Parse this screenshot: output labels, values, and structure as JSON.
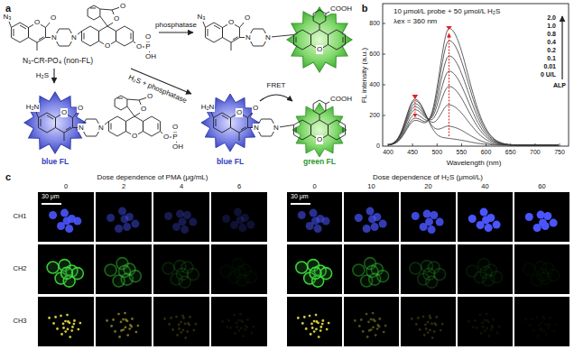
{
  "diagram": {
    "nodes": [
      {
        "text": [
          "N₃",
          "O",
          "O",
          "N",
          "N",
          "O",
          "O",
          "O",
          "O",
          "P",
          "O",
          "OH",
          "N₃-CR-PO₄ (non-FL)"
        ]
      },
      {
        "text": [
          "N₃",
          "O",
          "O",
          "N",
          "N",
          "COOH",
          "O"
        ]
      },
      {
        "text": [
          "H₂N",
          "O",
          "O",
          "N",
          "N",
          "O",
          "O",
          "O",
          "O",
          "P",
          "O",
          "OH",
          "blue FL"
        ]
      },
      {
        "text": [
          "H₂N",
          "O",
          "O",
          "N",
          "N",
          "COOH",
          "O",
          "blue FL",
          "green FL"
        ]
      }
    ],
    "edges": [
      {
        "from": 0,
        "to": 1,
        "arrow": "to",
        "label": "phosphatase"
      },
      {
        "from": 0,
        "to": 2,
        "arrow": "to",
        "label": "H₂S"
      },
      {
        "from": 0,
        "to": 3,
        "arrow": "to",
        "label": "H₂S + phosphatase"
      }
    ],
    "labels": [
      "a",
      "FRET",
      "b",
      "10 μmol/L probe + 50 μmol/L H₂S",
      "λex = 360 nm",
      "FL intensity (a.u.)",
      "Wavelength (nm)",
      "400",
      "450",
      "500",
      "550",
      "600",
      "650",
      "700",
      "750",
      "0",
      "200",
      "400",
      "600",
      "800",
      "2.0",
      "1.0",
      "0.8",
      "0.4",
      "0.2",
      "0.1",
      "0.01",
      "0 U/L",
      "ALP",
      "c",
      "Dose dependence of PMA (μg/mL)",
      "0",
      "2",
      "4",
      "6",
      "Dose dependence of H₂S (μmol/L)",
      "0",
      "10",
      "20",
      "40",
      "60",
      "CH1",
      "CH2",
      "CH3",
      "30 μm",
      "30 μm"
    ]
  }
}
